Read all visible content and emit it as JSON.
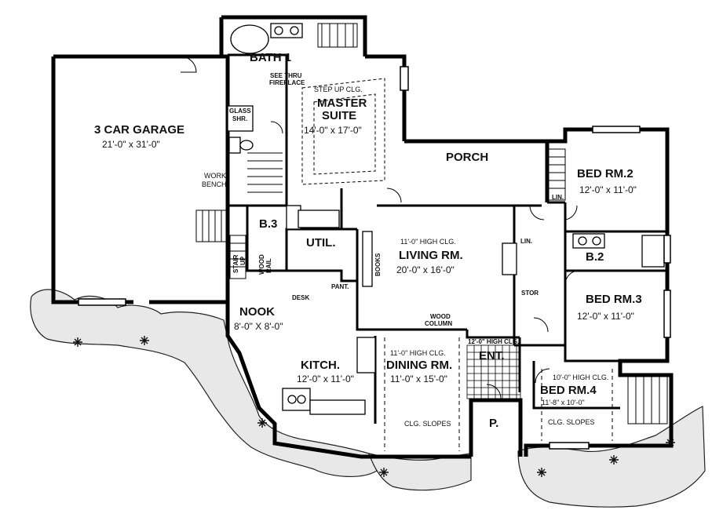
{
  "rooms": {
    "garage": {
      "name": "3 CAR GARAGE",
      "size": "21'-0\" x 31'-0\""
    },
    "bath1": {
      "name": "BATH 1"
    },
    "see_thru_fireplace": {
      "line1": "SEE THRU",
      "line2": "FIREPLACE"
    },
    "master": {
      "ceiling": "STEP UP CLG.",
      "name1": "MASTER",
      "name2": "SUITE",
      "size": "14'-0\" x 17'-0\""
    },
    "glass_shr": {
      "line1": "GLASS",
      "line2": "SHR."
    },
    "work_bench": {
      "line1": "WORK",
      "line2": "BENCH"
    },
    "porch": {
      "name": "PORCH"
    },
    "bed2": {
      "name": "BED RM.2",
      "size": "12'-0\" x 11'-0\""
    },
    "lin_a": {
      "name": "LIN."
    },
    "b3": {
      "name": "B.3"
    },
    "util": {
      "name": "UTIL."
    },
    "living": {
      "ceiling": "11'-0\" HIGH CLG.",
      "name": "LIVING RM.",
      "size": "20'-0\" x 16'-0\""
    },
    "books": {
      "name": "BOOKS"
    },
    "lin_b": {
      "name": "LIN."
    },
    "b2": {
      "name": "B.2"
    },
    "stair_up": {
      "line1": "STAIR",
      "line2": "UP"
    },
    "wood_rail": {
      "line1": "WOOD",
      "line2": "RAIL"
    },
    "pant": {
      "name": "PANT."
    },
    "desk": {
      "name": "DESK"
    },
    "stor": {
      "name": "STOR"
    },
    "bed3": {
      "name": "BED RM.3",
      "size": "12'-0\" x 11'-0\""
    },
    "nook": {
      "name": "NOOK",
      "size": "8'-0\" X 8'-0\""
    },
    "wood_column": {
      "line1": "WOOD",
      "line2": "COLUMN"
    },
    "ent_ceiling": {
      "text": "12'-0\" HIGH CLG."
    },
    "ent": {
      "name": "ENT."
    },
    "kitchen": {
      "name": "KITCH.",
      "size": "12'-0\" x 11'-0\""
    },
    "dining": {
      "ceiling": "11'-0\" HIGH CLG.",
      "name": "DINING RM.",
      "size": "11'-0\" x 15'-0\"",
      "slopes": "CLG. SLOPES"
    },
    "bed4": {
      "ceiling": "10'-0\" HIGH CLG.",
      "name": "BED RM.4",
      "size": "11'-8\" x 10'-0\"",
      "slopes": "CLG. SLOPES"
    },
    "porch_front": {
      "name": "P."
    }
  }
}
